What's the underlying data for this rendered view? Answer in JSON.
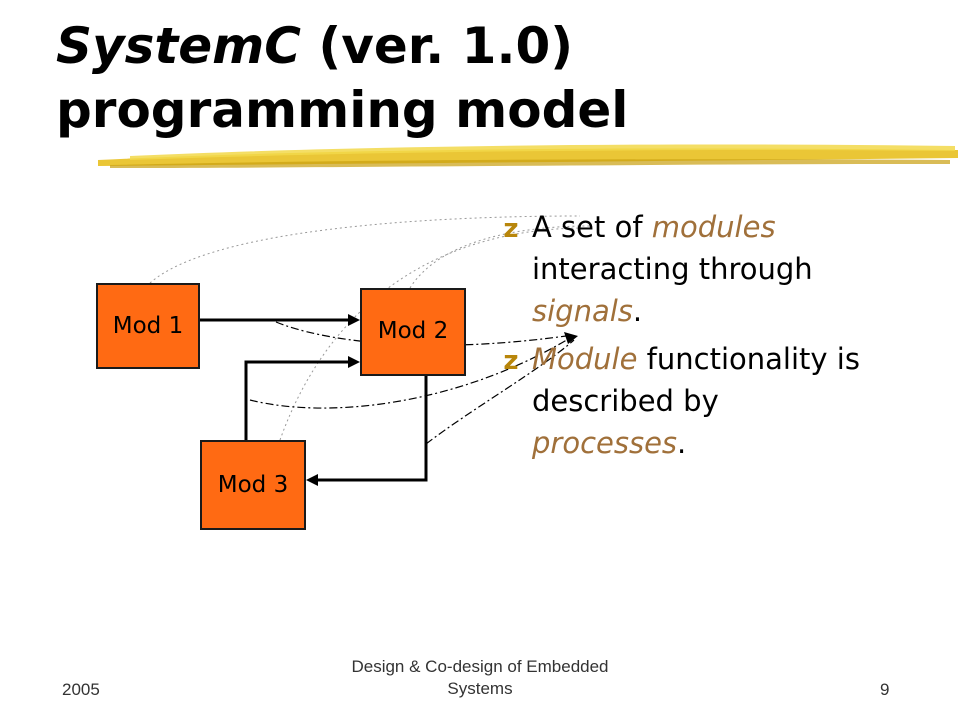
{
  "slide": {
    "title": {
      "italic_part": "SystemC",
      "rest_line1": " (ver. 1.0)",
      "line2": "programming model"
    },
    "bullets": [
      {
        "marker": "z",
        "before": "A set of ",
        "emph": "modules",
        "middle": " interacting through ",
        "emph2": "signals",
        "after": "."
      },
      {
        "marker": "z",
        "before": "",
        "emph": "Module",
        "middle": " functionality is described by ",
        "emph2": "processes",
        "after": "."
      }
    ],
    "modules": {
      "mod1": "Mod 1",
      "mod2": "Mod 2",
      "mod3": "Mod 3"
    },
    "footer": {
      "year": "2005",
      "course_line1": "Design & Co-design of Embedded",
      "course_line2": "Systems",
      "page_number": "9"
    }
  },
  "colors": {
    "module_fill": "#ff6a13",
    "emphasis_text": "#a0703a",
    "title_underline": "#e8c020"
  }
}
